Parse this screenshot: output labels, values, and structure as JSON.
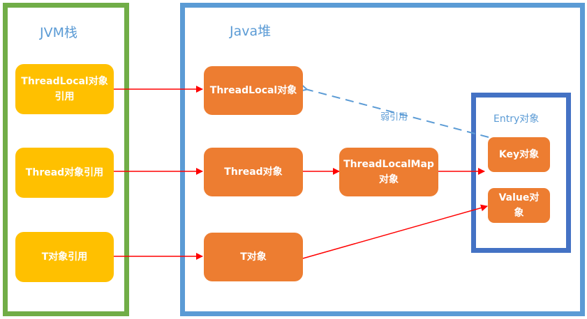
{
  "jvm": {
    "title": "JVM栈",
    "refs": {
      "threadlocal": "ThreadLocal对象引用",
      "thread": "Thread对象引用",
      "t": "T对象引用"
    }
  },
  "heap": {
    "title": "Java堆",
    "objects": {
      "threadlocal": "ThreadLocal对象",
      "thread": "Thread对象",
      "threadlocalmap": "ThreadLocalMap对象",
      "t": "T对象"
    }
  },
  "entry": {
    "title": "Entry对象",
    "key": "Key对象",
    "value": "Value对象"
  },
  "weak_ref_label": "弱引用",
  "colors": {
    "jvm_border": "#71ad47",
    "heap_border": "#5b9bd5",
    "entry_border": "#4472c4",
    "stack_box": "#ffc000",
    "heap_box": "#ed7d31",
    "strong_arrow": "#ff0000",
    "weak_arrow": "#5b9bd5"
  }
}
